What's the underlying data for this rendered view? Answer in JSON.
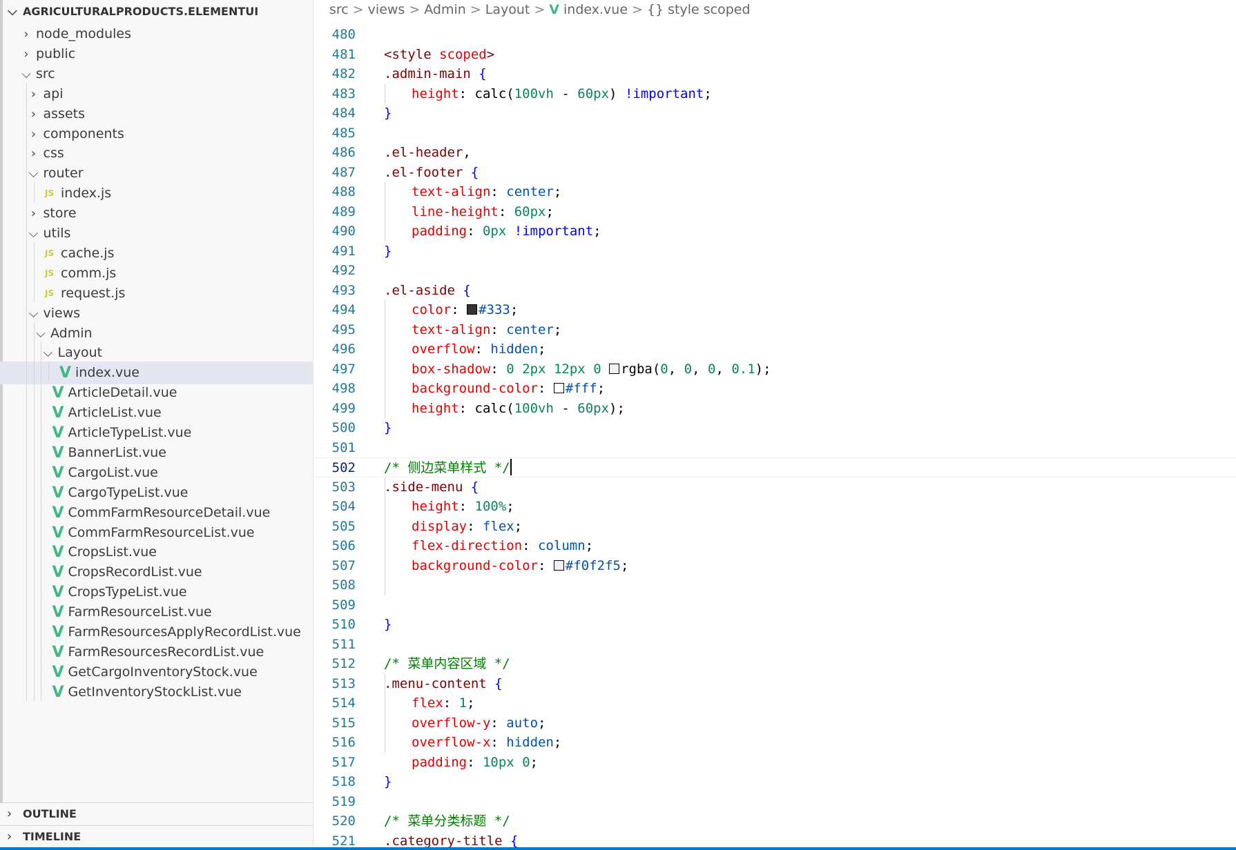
{
  "explorer": {
    "root": "AGRICULTURALPRODUCTS.ELEMENTUI",
    "items": [
      {
        "label": "node_modules",
        "type": "folder",
        "expanded": false,
        "depth": 1
      },
      {
        "label": "public",
        "type": "folder",
        "expanded": false,
        "depth": 1
      },
      {
        "label": "src",
        "type": "folder",
        "expanded": true,
        "depth": 1
      },
      {
        "label": "api",
        "type": "folder",
        "expanded": false,
        "depth": 2
      },
      {
        "label": "assets",
        "type": "folder",
        "expanded": false,
        "depth": 2
      },
      {
        "label": "components",
        "type": "folder",
        "expanded": false,
        "depth": 2
      },
      {
        "label": "css",
        "type": "folder",
        "expanded": false,
        "depth": 2
      },
      {
        "label": "router",
        "type": "folder",
        "expanded": true,
        "depth": 2
      },
      {
        "label": "index.js",
        "type": "js",
        "depth": 3
      },
      {
        "label": "store",
        "type": "folder",
        "expanded": false,
        "depth": 2
      },
      {
        "label": "utils",
        "type": "folder",
        "expanded": true,
        "depth": 2
      },
      {
        "label": "cache.js",
        "type": "js",
        "depth": 3
      },
      {
        "label": "comm.js",
        "type": "js",
        "depth": 3
      },
      {
        "label": "request.js",
        "type": "js",
        "depth": 3
      },
      {
        "label": "views",
        "type": "folder",
        "expanded": true,
        "depth": 2
      },
      {
        "label": "Admin",
        "type": "folder",
        "expanded": true,
        "depth": 3
      },
      {
        "label": "Layout",
        "type": "folder",
        "expanded": true,
        "depth": 4
      },
      {
        "label": "index.vue",
        "type": "vue",
        "depth": 5,
        "selected": true
      },
      {
        "label": "ArticleDetail.vue",
        "type": "vue",
        "depth": 4
      },
      {
        "label": "ArticleList.vue",
        "type": "vue",
        "depth": 4
      },
      {
        "label": "ArticleTypeList.vue",
        "type": "vue",
        "depth": 4
      },
      {
        "label": "BannerList.vue",
        "type": "vue",
        "depth": 4
      },
      {
        "label": "CargoList.vue",
        "type": "vue",
        "depth": 4
      },
      {
        "label": "CargoTypeList.vue",
        "type": "vue",
        "depth": 4
      },
      {
        "label": "CommFarmResourceDetail.vue",
        "type": "vue",
        "depth": 4
      },
      {
        "label": "CommFarmResourceList.vue",
        "type": "vue",
        "depth": 4
      },
      {
        "label": "CropsList.vue",
        "type": "vue",
        "depth": 4
      },
      {
        "label": "CropsRecordList.vue",
        "type": "vue",
        "depth": 4
      },
      {
        "label": "CropsTypeList.vue",
        "type": "vue",
        "depth": 4
      },
      {
        "label": "FarmResourceList.vue",
        "type": "vue",
        "depth": 4
      },
      {
        "label": "FarmResourcesApplyRecordList.vue",
        "type": "vue",
        "depth": 4
      },
      {
        "label": "FarmResourcesRecordList.vue",
        "type": "vue",
        "depth": 4
      },
      {
        "label": "GetCargoInventoryStock.vue",
        "type": "vue",
        "depth": 4
      },
      {
        "label": "GetInventoryStockList.vue",
        "type": "vue",
        "depth": 4
      }
    ],
    "js_badge": "JS",
    "vue_badge": "V",
    "chevron_expanded": "⌵",
    "chevron_collapsed": "›"
  },
  "panels": {
    "outline": "OUTLINE",
    "timeline": "TIMELINE"
  },
  "breadcrumb": {
    "parts": [
      "src",
      "views",
      "Admin",
      "Layout"
    ],
    "file": "index.vue",
    "symbol": "{} style scoped",
    "vue_badge": "V",
    "separator": ">"
  },
  "editor": {
    "current_line": 502,
    "lines": [
      {
        "n": 480,
        "tokens": []
      },
      {
        "n": 481,
        "tokens": [
          [
            "tag",
            "<style"
          ],
          [
            "punc",
            " "
          ],
          [
            "attr",
            "scoped"
          ],
          [
            "tag",
            ">"
          ]
        ]
      },
      {
        "n": 482,
        "tokens": [
          [
            "sel",
            ".admin-main"
          ],
          [
            "punc",
            " "
          ],
          [
            "imp",
            "{"
          ]
        ]
      },
      {
        "n": 483,
        "indent": 1,
        "tokens": [
          [
            "prop",
            "height"
          ],
          [
            "punc",
            ": "
          ],
          [
            "fn",
            "calc("
          ],
          [
            "num",
            "100vh"
          ],
          [
            "punc",
            " - "
          ],
          [
            "num",
            "60px"
          ],
          [
            "fn",
            ")"
          ],
          [
            "punc",
            " "
          ],
          [
            "imp",
            "!important"
          ],
          [
            "punc",
            ";"
          ]
        ]
      },
      {
        "n": 484,
        "tokens": [
          [
            "imp",
            "}"
          ]
        ]
      },
      {
        "n": 485,
        "tokens": []
      },
      {
        "n": 486,
        "tokens": [
          [
            "sel",
            ".el-header"
          ],
          [
            "punc",
            ","
          ]
        ]
      },
      {
        "n": 487,
        "tokens": [
          [
            "sel",
            ".el-footer"
          ],
          [
            "punc",
            " "
          ],
          [
            "imp",
            "{"
          ]
        ]
      },
      {
        "n": 488,
        "indent": 1,
        "tokens": [
          [
            "prop",
            "text-align"
          ],
          [
            "punc",
            ": "
          ],
          [
            "val",
            "center"
          ],
          [
            "punc",
            ";"
          ]
        ]
      },
      {
        "n": 489,
        "indent": 1,
        "tokens": [
          [
            "prop",
            "line-height"
          ],
          [
            "punc",
            ": "
          ],
          [
            "num",
            "60px"
          ],
          [
            "punc",
            ";"
          ]
        ]
      },
      {
        "n": 490,
        "indent": 1,
        "tokens": [
          [
            "prop",
            "padding"
          ],
          [
            "punc",
            ": "
          ],
          [
            "num",
            "0px"
          ],
          [
            "punc",
            " "
          ],
          [
            "imp",
            "!important"
          ],
          [
            "punc",
            ";"
          ]
        ]
      },
      {
        "n": 491,
        "tokens": [
          [
            "imp",
            "}"
          ]
        ]
      },
      {
        "n": 492,
        "tokens": []
      },
      {
        "n": 493,
        "tokens": [
          [
            "sel",
            ".el-aside"
          ],
          [
            "punc",
            " "
          ],
          [
            "imp",
            "{"
          ]
        ]
      },
      {
        "n": 494,
        "indent": 1,
        "tokens": [
          [
            "prop",
            "color"
          ],
          [
            "punc",
            ": "
          ],
          [
            "swatch",
            "#333333"
          ],
          [
            "val",
            "#333"
          ],
          [
            "punc",
            ";"
          ]
        ]
      },
      {
        "n": 495,
        "indent": 1,
        "tokens": [
          [
            "prop",
            "text-align"
          ],
          [
            "punc",
            ": "
          ],
          [
            "val",
            "center"
          ],
          [
            "punc",
            ";"
          ]
        ]
      },
      {
        "n": 496,
        "indent": 1,
        "tokens": [
          [
            "prop",
            "overflow"
          ],
          [
            "punc",
            ": "
          ],
          [
            "val",
            "hidden"
          ],
          [
            "punc",
            ";"
          ]
        ]
      },
      {
        "n": 497,
        "indent": 1,
        "tokens": [
          [
            "prop",
            "box-shadow"
          ],
          [
            "punc",
            ": "
          ],
          [
            "num",
            "0"
          ],
          [
            "punc",
            " "
          ],
          [
            "num",
            "2px"
          ],
          [
            "punc",
            " "
          ],
          [
            "num",
            "12px"
          ],
          [
            "punc",
            " "
          ],
          [
            "num",
            "0"
          ],
          [
            "punc",
            " "
          ],
          [
            "swatch",
            "#f2f2f2"
          ],
          [
            "fn",
            "rgba("
          ],
          [
            "num",
            "0"
          ],
          [
            "punc",
            ", "
          ],
          [
            "num",
            "0"
          ],
          [
            "punc",
            ", "
          ],
          [
            "num",
            "0"
          ],
          [
            "punc",
            ", "
          ],
          [
            "num",
            "0.1"
          ],
          [
            "fn",
            ")"
          ],
          [
            "punc",
            ";"
          ]
        ]
      },
      {
        "n": 498,
        "indent": 1,
        "tokens": [
          [
            "prop",
            "background-color"
          ],
          [
            "punc",
            ": "
          ],
          [
            "swatch",
            "#ffffff"
          ],
          [
            "val",
            "#fff"
          ],
          [
            "punc",
            ";"
          ]
        ]
      },
      {
        "n": 499,
        "indent": 1,
        "tokens": [
          [
            "prop",
            "height"
          ],
          [
            "punc",
            ": "
          ],
          [
            "fn",
            "calc("
          ],
          [
            "num",
            "100vh"
          ],
          [
            "punc",
            " - "
          ],
          [
            "num",
            "60px"
          ],
          [
            "fn",
            ")"
          ],
          [
            "punc",
            ";"
          ]
        ]
      },
      {
        "n": 500,
        "tokens": [
          [
            "imp",
            "}"
          ]
        ]
      },
      {
        "n": 501,
        "tokens": []
      },
      {
        "n": 502,
        "tokens": [
          [
            "com",
            "/* 侧边菜单样式 */"
          ],
          [
            "cursor",
            ""
          ]
        ]
      },
      {
        "n": 503,
        "tokens": [
          [
            "sel",
            ".side-menu"
          ],
          [
            "punc",
            " "
          ],
          [
            "imp",
            "{"
          ]
        ]
      },
      {
        "n": 504,
        "indent": 1,
        "tokens": [
          [
            "prop",
            "height"
          ],
          [
            "punc",
            ": "
          ],
          [
            "num",
            "100%"
          ],
          [
            "punc",
            ";"
          ]
        ]
      },
      {
        "n": 505,
        "indent": 1,
        "tokens": [
          [
            "prop",
            "display"
          ],
          [
            "punc",
            ": "
          ],
          [
            "val",
            "flex"
          ],
          [
            "punc",
            ";"
          ]
        ]
      },
      {
        "n": 506,
        "indent": 1,
        "tokens": [
          [
            "prop",
            "flex-direction"
          ],
          [
            "punc",
            ": "
          ],
          [
            "val",
            "column"
          ],
          [
            "punc",
            ";"
          ]
        ]
      },
      {
        "n": 507,
        "indent": 1,
        "tokens": [
          [
            "prop",
            "background-color"
          ],
          [
            "punc",
            ": "
          ],
          [
            "swatch",
            "#f0f2f5"
          ],
          [
            "val",
            "#f0f2f5"
          ],
          [
            "punc",
            ";"
          ]
        ]
      },
      {
        "n": 508,
        "indent": 1,
        "tokens": []
      },
      {
        "n": 509,
        "indent": 1,
        "tokens": []
      },
      {
        "n": 510,
        "tokens": [
          [
            "imp",
            "}"
          ]
        ]
      },
      {
        "n": 511,
        "tokens": []
      },
      {
        "n": 512,
        "tokens": [
          [
            "com",
            "/* 菜单内容区域 */"
          ]
        ]
      },
      {
        "n": 513,
        "tokens": [
          [
            "sel",
            ".menu-content"
          ],
          [
            "punc",
            " "
          ],
          [
            "imp",
            "{"
          ]
        ]
      },
      {
        "n": 514,
        "indent": 1,
        "tokens": [
          [
            "prop",
            "flex"
          ],
          [
            "punc",
            ": "
          ],
          [
            "num",
            "1"
          ],
          [
            "punc",
            ";"
          ]
        ]
      },
      {
        "n": 515,
        "indent": 1,
        "tokens": [
          [
            "prop",
            "overflow-y"
          ],
          [
            "punc",
            ": "
          ],
          [
            "val",
            "auto"
          ],
          [
            "punc",
            ";"
          ]
        ]
      },
      {
        "n": 516,
        "indent": 1,
        "tokens": [
          [
            "prop",
            "overflow-x"
          ],
          [
            "punc",
            ": "
          ],
          [
            "val",
            "hidden"
          ],
          [
            "punc",
            ";"
          ]
        ]
      },
      {
        "n": 517,
        "indent": 1,
        "tokens": [
          [
            "prop",
            "padding"
          ],
          [
            "punc",
            ": "
          ],
          [
            "num",
            "10px"
          ],
          [
            "punc",
            " "
          ],
          [
            "num",
            "0"
          ],
          [
            "punc",
            ";"
          ]
        ]
      },
      {
        "n": 518,
        "tokens": [
          [
            "imp",
            "}"
          ]
        ]
      },
      {
        "n": 519,
        "tokens": []
      },
      {
        "n": 520,
        "tokens": [
          [
            "com",
            "/* 菜单分类标题 */"
          ]
        ]
      },
      {
        "n": 521,
        "tokens": [
          [
            "sel",
            ".category-title"
          ],
          [
            "punc",
            " "
          ],
          [
            "imp",
            "{"
          ]
        ]
      }
    ]
  },
  "colors": {
    "status_bar": "#007acc",
    "selection": "#e4e6f1",
    "vue_green": "#41b883",
    "js_yellow": "#cbcb41"
  }
}
